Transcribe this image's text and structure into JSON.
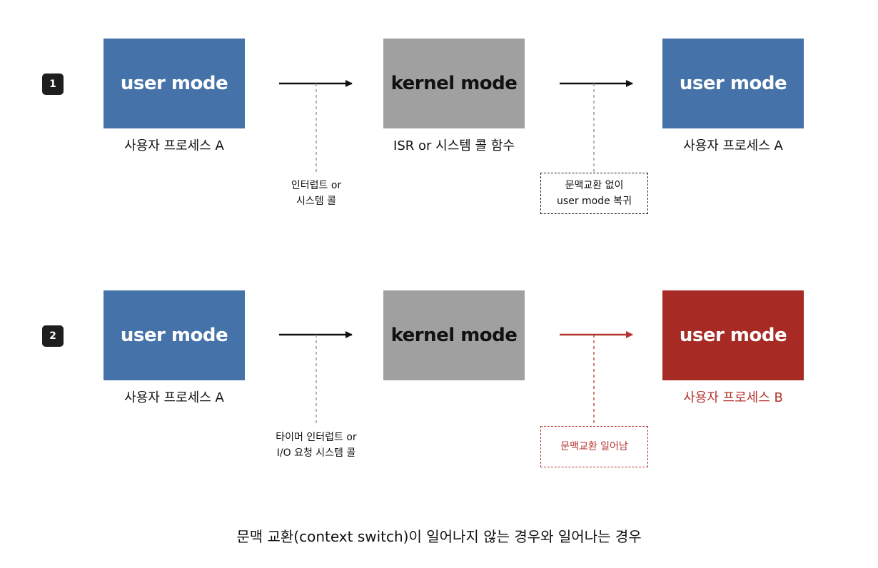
{
  "colors": {
    "user_blue": "#4472a9",
    "kernel_gray": "#a0a0a0",
    "switched_red": "#a82a24",
    "red_text": "#b5332e",
    "arrow_black": "#111111",
    "leader_gray": "#8c8c8c"
  },
  "rows": [
    {
      "badge": "1",
      "left_box": {
        "label": "user mode",
        "caption": "사용자 프로세스 A"
      },
      "middle_box": {
        "label": "kernel mode",
        "caption": "ISR or 시스템 콜 함수"
      },
      "right_box": {
        "label": "user mode",
        "caption": "사용자 프로세스 A"
      },
      "note_left": [
        "인터럽트 or",
        "시스템 콜"
      ],
      "note_right": [
        "문맥교환 없이",
        "user mode 복귀"
      ]
    },
    {
      "badge": "2",
      "left_box": {
        "label": "user mode",
        "caption": "사용자 프로세스 A"
      },
      "middle_box": {
        "label": "kernel mode",
        "caption": ""
      },
      "right_box": {
        "label": "user mode",
        "caption": "사용자 프로세스 B"
      },
      "note_left": [
        "타이머 인터럽트 or",
        "I/O 요청 시스템 콜"
      ],
      "note_right": [
        "문맥교환 일어남"
      ]
    }
  ],
  "title": "문맥 교환(context switch)이 일어나지 않는 경우와 일어나는 경우"
}
